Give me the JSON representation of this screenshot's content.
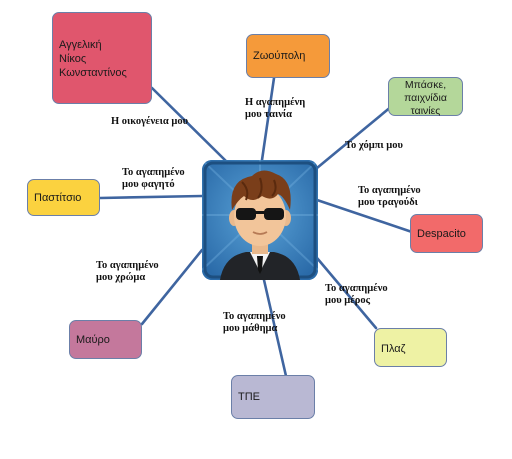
{
  "nodes": {
    "family": "Αγγελική\nΝίκος\nΚωνσταντίνος",
    "movie": "Ζωούπολη",
    "hobby": "Μπάσκε,\nπαιχνίδια\nταινίες",
    "song": "Despacito",
    "place": "Πλαζ",
    "lesson": "ΤΠΕ",
    "color": "Μαύρο",
    "food": "Παστίτσιο"
  },
  "labels": {
    "family": "Η οικογένεια μου",
    "movie": "Η αγαπημένη\nμου ταινία",
    "hobby": "Το χόμπι μου",
    "song": "Το αγαπημένο\nμου τραγούδι",
    "place": "Το αγαπημένο\nμου μέρος",
    "lesson": "Το αγαπημένο\nμου μάθημα",
    "color": "Το αγαπημένο\nμου χρώμα",
    "food": "Το αγαπημένο\nμου φαγητό"
  },
  "colors": {
    "family": "#e0566d",
    "movie": "#f59a3a",
    "hobby": "#b4d79a",
    "song": "#f26a6a",
    "place": "#eef2a4",
    "lesson": "#b9b8d3",
    "color": "#c4789c",
    "food": "#fbd23f",
    "connector": "#3f65a0",
    "center_bg": "#2f77b5"
  },
  "center_image": "avatar-boy-sunglasses-icon"
}
